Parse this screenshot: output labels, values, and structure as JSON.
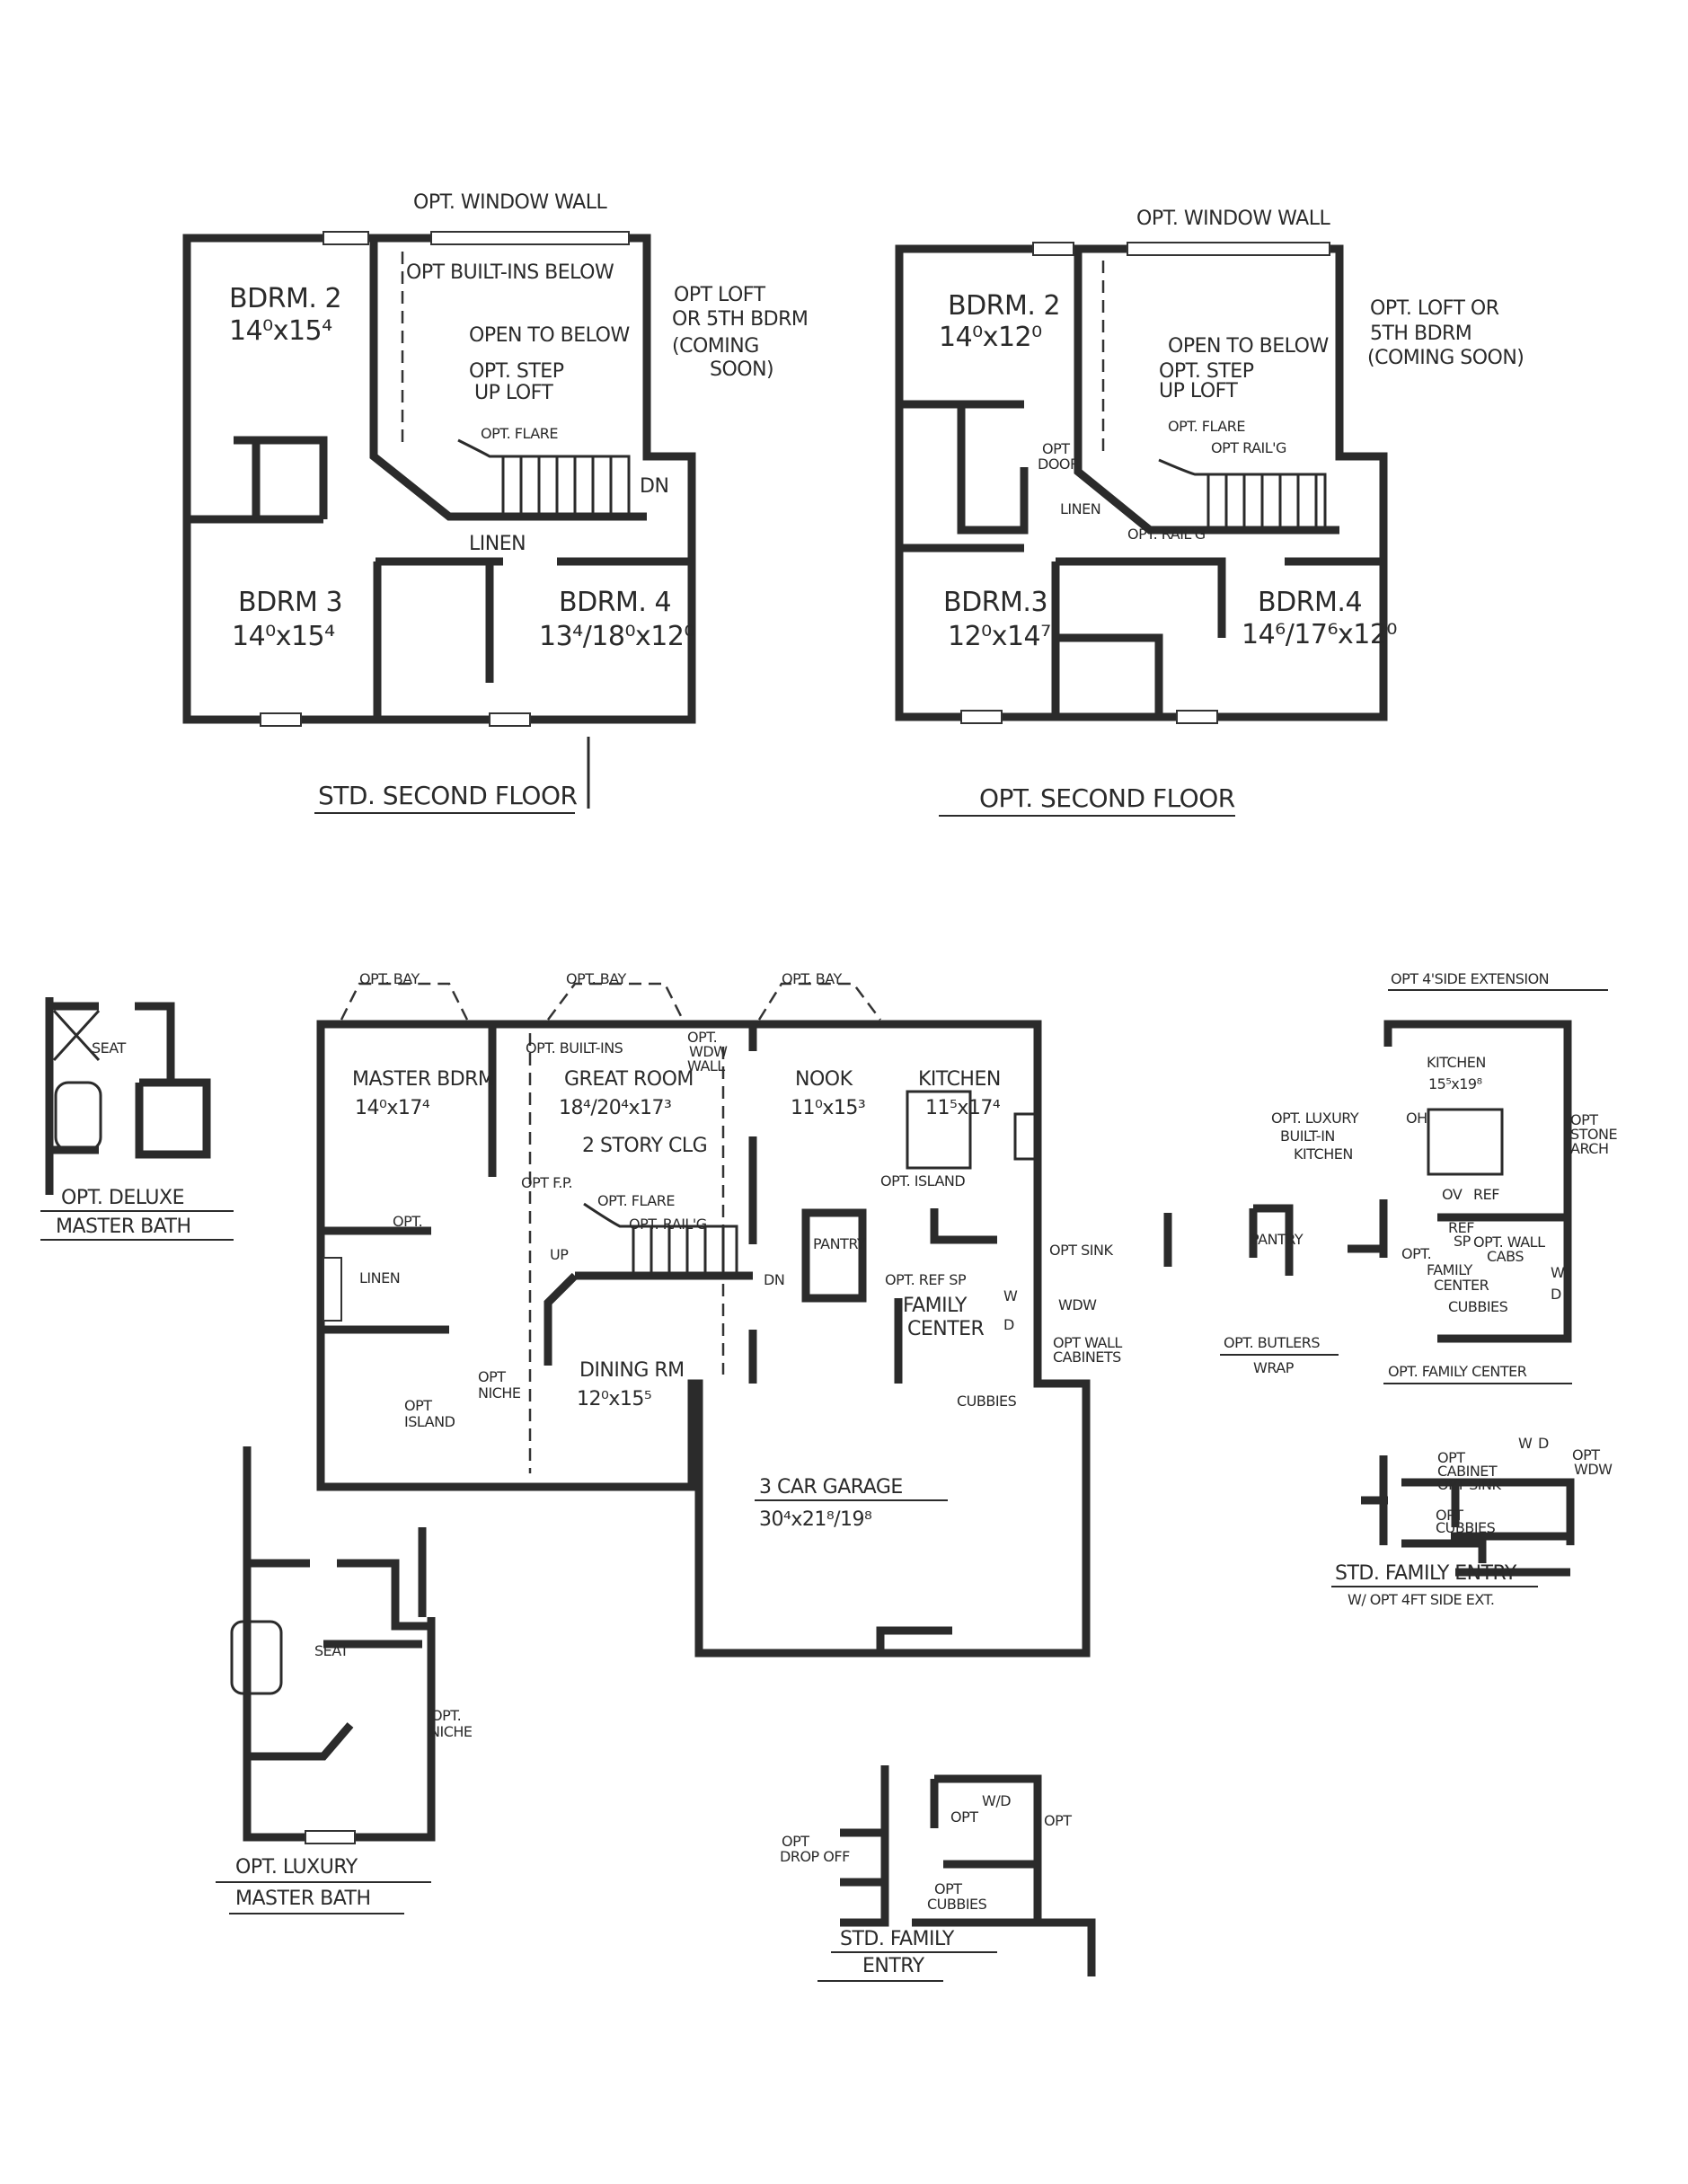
{
  "std_second_floor": {
    "title": "STD. SECOND FLOOR",
    "opt_window_wall": "OPT. WINDOW WALL",
    "bdrm2": {
      "name": "BDRM. 2",
      "size": "14⁰x15⁴"
    },
    "bdrm3": {
      "name": "BDRM 3",
      "size": "14⁰x15⁴"
    },
    "bdrm4": {
      "name": "BDRM. 4",
      "size": "13⁴/18⁰x12⁰"
    },
    "opt_built_ins": "OPT BUILT-INS BELOW",
    "open_to_below": "OPEN TO BELOW",
    "step_up_1": "OPT. STEP",
    "step_up_2": "UP LOFT",
    "opt_flare": "OPT. FLARE",
    "dn": "DN",
    "linen": "LINEN",
    "loft_note": [
      "OPT LOFT",
      "OR 5TH BDRM",
      "(COMING",
      "SOON)"
    ]
  },
  "opt_second_floor": {
    "title": "OPT. SECOND FLOOR",
    "opt_window_wall": "OPT. WINDOW WALL",
    "bdrm2": {
      "name": "BDRM. 2",
      "size": "14⁰x12⁰"
    },
    "bdrm3": {
      "name": "BDRM.3",
      "size": "12⁰x14⁷"
    },
    "bdrm4": {
      "name": "BDRM.4",
      "size": "14⁶/17⁶x12⁰"
    },
    "open_to_below": "OPEN TO BELOW",
    "step_up_1": "OPT. STEP",
    "step_up_2": "UP LOFT",
    "opt_flare": "OPT. FLARE",
    "opt_railing": "OPT RAIL'G",
    "opt_railing_2": "OPT. RAIL'G",
    "opt_door_1": "OPT",
    "opt_door_2": "DOOR",
    "linen": "LINEN",
    "loft_note": [
      "OPT. LOFT OR",
      "5TH BDRM",
      "(COMING SOON)"
    ]
  },
  "first_floor": {
    "opt_bay": "OPT. BAY",
    "master_bdrm": {
      "name": "MASTER BDRM",
      "size": "14⁰x17⁴"
    },
    "great_room": {
      "name": "GREAT ROOM",
      "size": "18⁴/20⁴x17³",
      "note": "2 STORY CLG"
    },
    "nook": {
      "name": "NOOK",
      "size": "11⁰x15³"
    },
    "kitchen": {
      "name": "KITCHEN",
      "size": "11⁵x17⁴"
    },
    "dining": {
      "name": "DINING RM",
      "size": "12⁰x15⁵"
    },
    "garage": {
      "name": "3 CAR GARAGE",
      "size": "30⁴x21⁸/19⁸"
    },
    "opt_built_ins": "OPT. BUILT-INS",
    "opt_wdw_wall": [
      "OPT.",
      "WDW",
      "WALL"
    ],
    "opt_fp": "OPT F.P.",
    "opt_island": "OPT. ISLAND",
    "opt_flare": "OPT. FLARE",
    "opt_railing": "OPT. RAIL'G",
    "opt": "OPT.",
    "linen": "LINEN",
    "up": "UP",
    "dn": "DN",
    "pantry": "PANTRY",
    "opt_sink": "OPT SINK",
    "opt_ref_sp": "OPT. REF SP",
    "family_center": [
      "FAMILY",
      "CENTER"
    ],
    "w": "W",
    "d": "D",
    "wdw": "WDW",
    "opt_wall_cabinets": [
      "OPT WALL",
      "CABINETS"
    ],
    "opt_niche": [
      "OPT",
      "NICHE"
    ],
    "opt_master_island": [
      "OPT",
      "ISLAND"
    ],
    "cubbies": "CUBBIES"
  },
  "deluxe_master_bath": {
    "title_1": "OPT. DELUXE",
    "title_2": "MASTER BATH",
    "seat": "SEAT"
  },
  "luxury_master_bath": {
    "title_1": "OPT. LUXURY",
    "title_2": "MASTER BATH",
    "seat": "SEAT",
    "niche": [
      "OPT.",
      "NICHE"
    ]
  },
  "side_extension": {
    "title": "OPT 4'SIDE EXTENSION",
    "kitchen": {
      "name": "KITCHEN",
      "size": "15⁵x19⁸"
    },
    "luxury_kitchen": [
      "OPT. LUXURY",
      "BUILT-IN",
      "KITCHEN"
    ],
    "oh": "OH",
    "stone_arch": [
      "OPT",
      "STONE",
      "ARCH"
    ],
    "ov": "OV",
    "ref": "REF",
    "ref_sp": [
      "REF",
      "SP"
    ],
    "opt": "OPT.",
    "family_center": [
      "FAMILY",
      "CENTER"
    ],
    "wall_cabs": [
      "OPT. WALL",
      "CABS"
    ],
    "w": "W",
    "d": "D",
    "cubbies": "CUBBIES",
    "family_center_title": "OPT. FAMILY CENTER",
    "butlers_pantry": "PANTRY",
    "butlers_title": [
      "OPT. BUTLERS",
      "WRAP"
    ]
  },
  "std_family_entry_ext": {
    "title": "STD. FAMILY ENTRY",
    "subtitle": "W/ OPT 4FT SIDE EXT.",
    "cabinet": [
      "OPT",
      "CABINET",
      "OPT SINK"
    ],
    "w": "W",
    "d": "D",
    "opt_wdw": [
      "OPT",
      "WDW"
    ],
    "opt_cubbies": [
      "OPT",
      "CUBBIES"
    ]
  },
  "std_family_entry": {
    "title_1": "STD. FAMILY",
    "title_2": "ENTRY",
    "drop_off": [
      "OPT",
      "DROP OFF"
    ],
    "wd": "W/D",
    "opt_1": "OPT",
    "opt_2": "OPT",
    "cubbies": [
      "OPT",
      "CUBBIES"
    ]
  }
}
